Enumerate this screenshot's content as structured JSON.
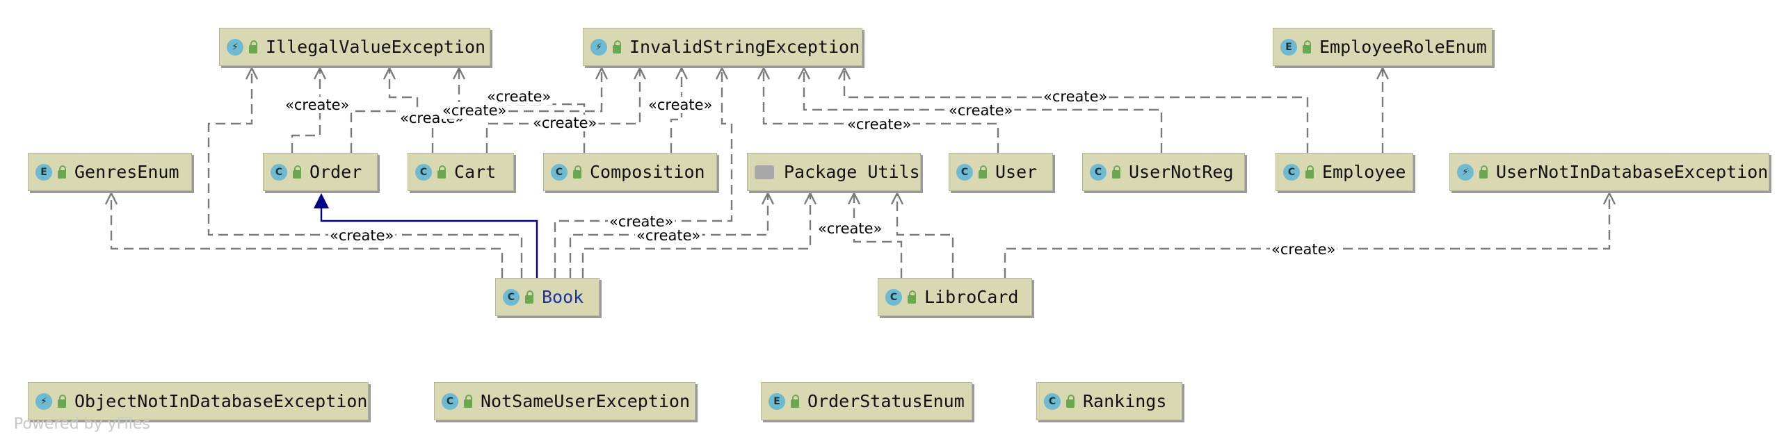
{
  "nodes": {
    "illegal": {
      "name": "IllegalValueException",
      "kind": "exception"
    },
    "invalid": {
      "name": "InvalidStringException",
      "kind": "exception"
    },
    "emprole": {
      "name": "EmployeeRoleEnum",
      "kind": "enum"
    },
    "genres": {
      "name": "GenresEnum",
      "kind": "enum"
    },
    "order": {
      "name": "Order",
      "kind": "class"
    },
    "cart": {
      "name": "Cart",
      "kind": "class"
    },
    "composition": {
      "name": "Composition",
      "kind": "class"
    },
    "utils": {
      "name": "Package Utils",
      "kind": "package"
    },
    "user": {
      "name": "User",
      "kind": "class"
    },
    "usernotreg": {
      "name": "UserNotReg",
      "kind": "class"
    },
    "employee": {
      "name": "Employee",
      "kind": "class"
    },
    "usernotindb": {
      "name": "UserNotInDatabaseException",
      "kind": "exception"
    },
    "book": {
      "name": "Book",
      "kind": "class"
    },
    "librocard": {
      "name": "LibroCard",
      "kind": "class"
    },
    "objnotindb": {
      "name": "ObjectNotInDatabaseException",
      "kind": "exception"
    },
    "notsameuser": {
      "name": "NotSameUserException",
      "kind": "class"
    },
    "orderstatus": {
      "name": "OrderStatusEnum",
      "kind": "enum"
    },
    "rankings": {
      "name": "Rankings",
      "kind": "class"
    }
  },
  "icons": {
    "class": "C",
    "enum": "E",
    "exception": "⚡",
    "package": ""
  },
  "edge_label": "«create»",
  "footer": "Powered by yFiles"
}
